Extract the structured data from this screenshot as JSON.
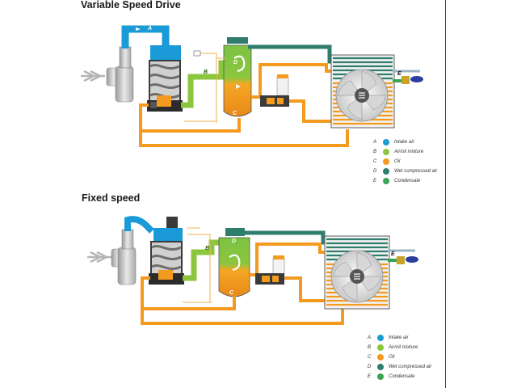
{
  "titles": {
    "top": "Variable Speed Drive",
    "bottom": "Fixed speed"
  },
  "labels": {
    "a": "A",
    "b": "B",
    "c": "C",
    "d": "D",
    "e": "E"
  },
  "legend": [
    {
      "letter": "A",
      "text": "Intake air",
      "color": "#1a9ad6"
    },
    {
      "letter": "B",
      "text": "Air/oil mixture",
      "color": "#8cc63f"
    },
    {
      "letter": "C",
      "text": "Oil",
      "color": "#f39a1f"
    },
    {
      "letter": "D",
      "text": "Wet compressed air",
      "color": "#2f7d6d"
    },
    {
      "letter": "E",
      "text": "Condensate",
      "color": "#3aa355"
    }
  ],
  "colors": {
    "intake": "#1a9ad6",
    "mixture": "#8cc63f",
    "oil": "#f39a1f",
    "wet_air": "#2f7d6d",
    "condensate": "#3aa355",
    "divider": "#4a3a86"
  }
}
